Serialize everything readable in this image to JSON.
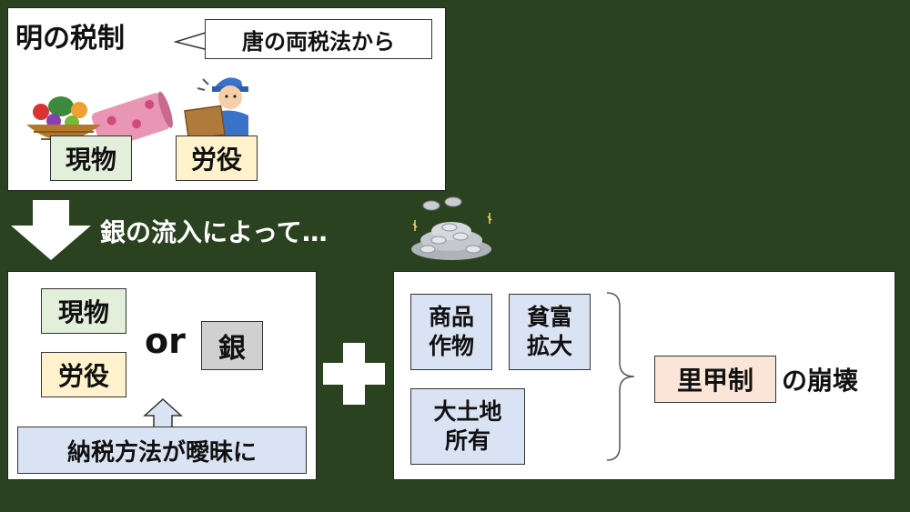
{
  "top": {
    "title": "明の税制",
    "callout": "唐の両税法から",
    "in_kind": "現物",
    "labor": "労役"
  },
  "transition": {
    "text": "銀の流入によって…"
  },
  "left": {
    "in_kind": "現物",
    "labor": "労役",
    "or": "or",
    "silver": "銀",
    "ambiguous": "納税方法が曖昧に"
  },
  "right": {
    "commerce": [
      "商品",
      "作物"
    ],
    "wealth_gap": [
      "貧富",
      "拡大"
    ],
    "land": [
      "大土地",
      "所有"
    ],
    "system": "里甲制",
    "collapse": "の崩壊"
  },
  "colors": {
    "background": "#2b4220",
    "green_box": "#e2efda",
    "yellow_box": "#fff2cc",
    "gray_box": "#d0d0d0",
    "blue_box": "#dae3f3",
    "peach_box": "#fbe5d6"
  }
}
